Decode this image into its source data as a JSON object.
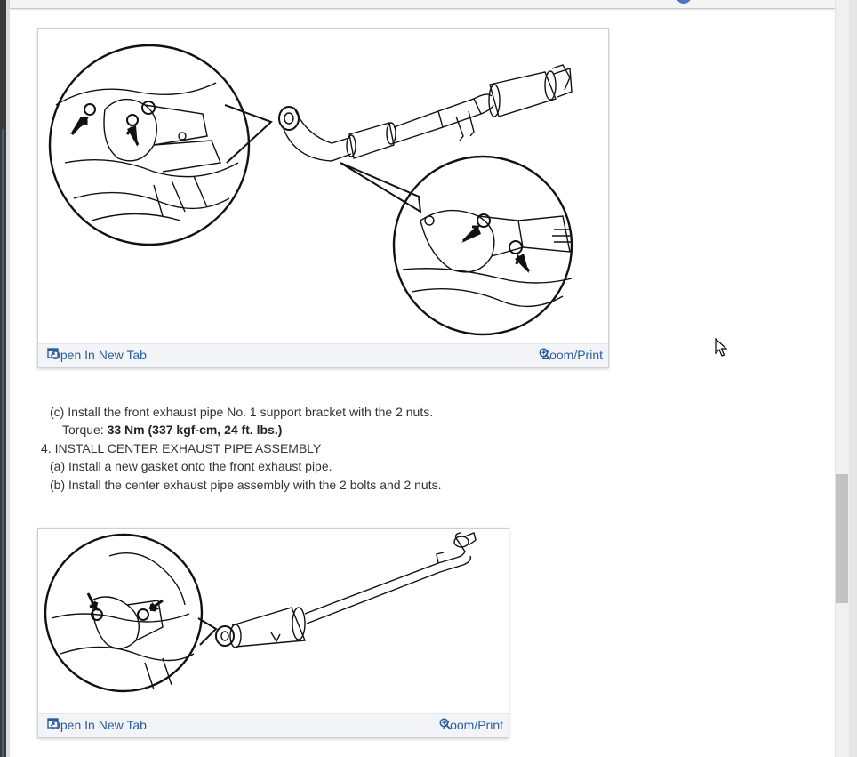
{
  "figure1": {
    "open_label": "Open In New Tab",
    "zoom_label": "Zoom/Print"
  },
  "figure2": {
    "open_label": "Open In New Tab",
    "zoom_label": "Zoom/Print"
  },
  "steps": {
    "c_text": "(c) Install the front exhaust pipe No. 1 support bracket with the 2 nuts.",
    "torque_label": "Torque: ",
    "torque_value": "33 Nm (337 kgf-cm, 24 ft. lbs.)",
    "step4_heading": "4. INSTALL CENTER EXHAUST PIPE ASSEMBLY",
    "a_text": "(a) Install a new gasket onto the front exhaust pipe.",
    "b_text": "(b) Install the center exhaust pipe assembly with the 2 bolts and 2 nuts."
  },
  "icons": {
    "open_tab": "open-new-tab-icon",
    "zoom": "magnifier-icon",
    "cursor": "mouse-pointer-icon"
  },
  "colors": {
    "link": "#2a5d9e",
    "footer_bg": "#f2f4f8",
    "scrollbar_thumb": "#c2c2c2"
  }
}
